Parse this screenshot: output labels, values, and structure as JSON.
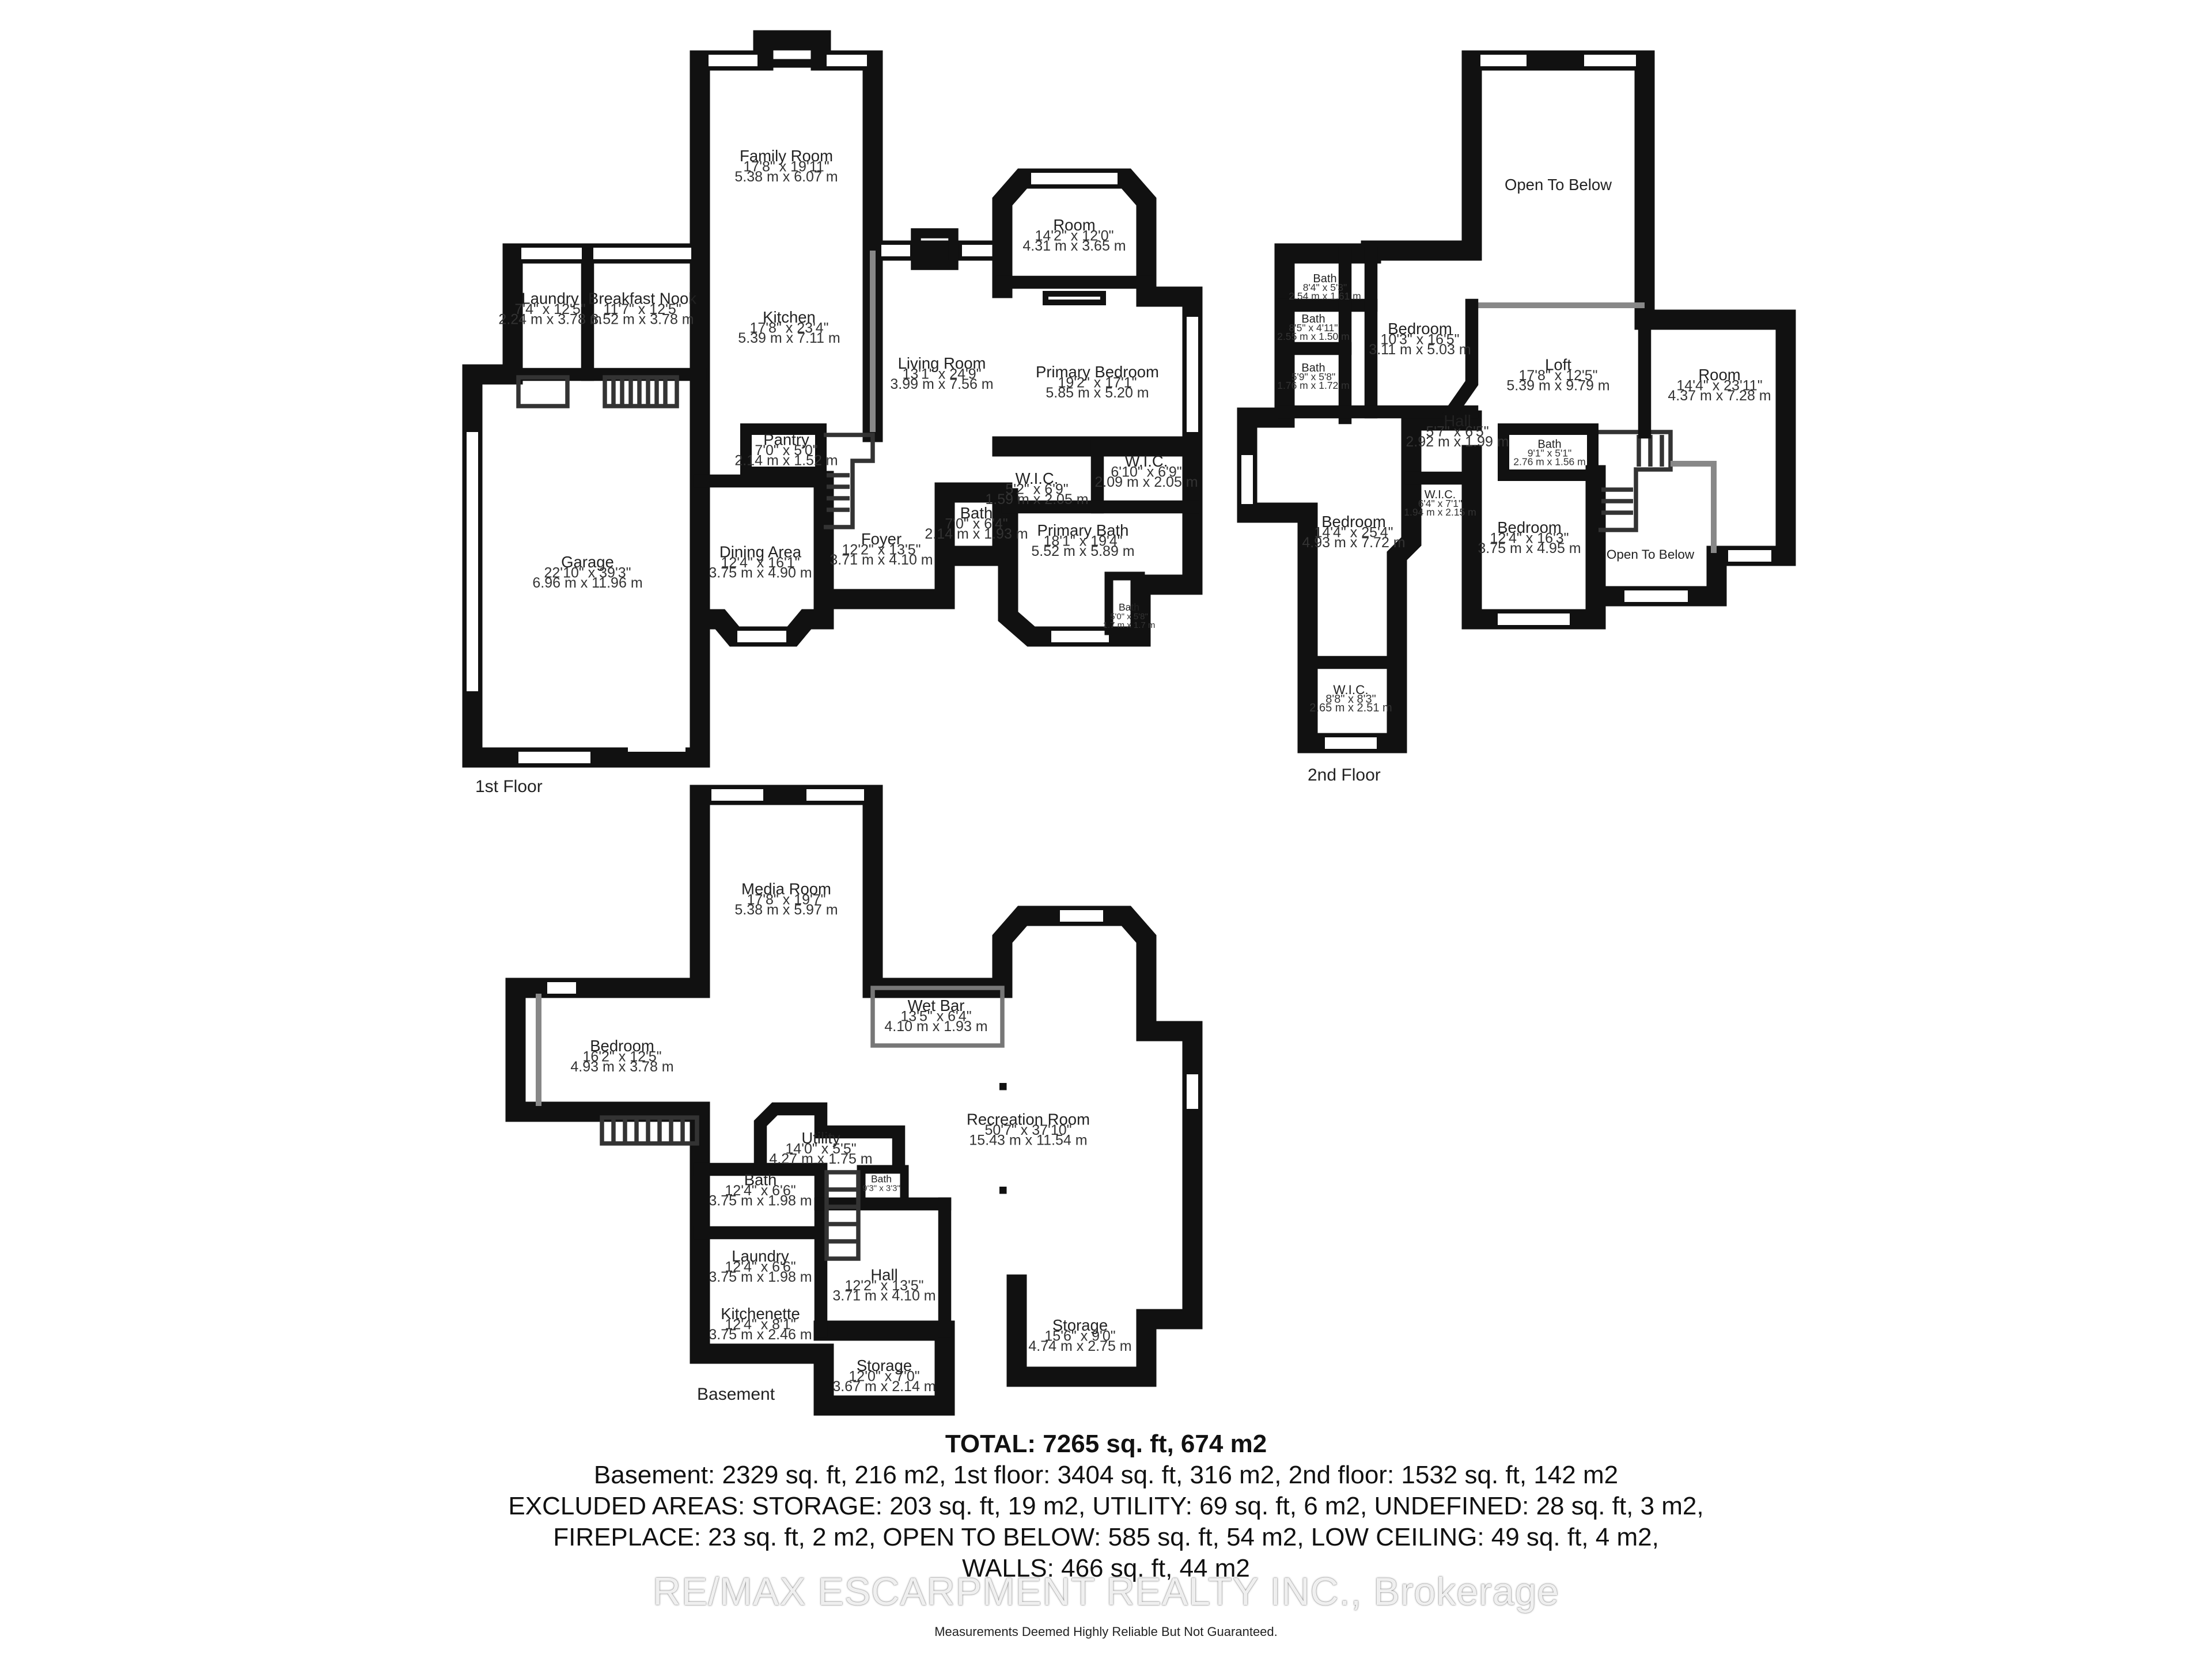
{
  "floors": {
    "first": {
      "label": "1st Floor",
      "rooms": {
        "family_room": {
          "name": "Family Room",
          "imperial": "17'8\" x 19'11\"",
          "metric": "5.38 m x 6.07 m"
        },
        "laundry": {
          "name": "Laundry",
          "imperial": "7'4\" x 12'5\"",
          "metric": "2.24 m x 3.78 m"
        },
        "breakfast_nook": {
          "name": "Breakfast Nook",
          "imperial": "11'7\" x 12'5\"",
          "metric": "3.52 m x 3.78 m"
        },
        "kitchen": {
          "name": "Kitchen",
          "imperial": "17'8\" x 23'4\"",
          "metric": "5.39 m x 7.11 m"
        },
        "living_room": {
          "name": "Living Room",
          "imperial": "13'1\" x 24'9\"",
          "metric": "3.99 m x 7.56 m"
        },
        "room": {
          "name": "Room",
          "imperial": "14'2\" x 12'0\"",
          "metric": "4.31 m x 3.65 m"
        },
        "primary_bedroom": {
          "name": "Primary Bedroom",
          "imperial": "19'2\" x 17'1\"",
          "metric": "5.85 m x 5.20 m"
        },
        "pantry": {
          "name": "Pantry",
          "imperial": "7'0\" x 5'0\"",
          "metric": "2.14 m x 1.52 m"
        },
        "wic_left": {
          "name": "W.I.C.",
          "imperial": "5'2\" x 6'9\"",
          "metric": "1.59 m x 2.05 m"
        },
        "wic_right": {
          "name": "W.I.C.",
          "imperial": "6'10\" x 6'9\"",
          "metric": "2.09 m x 2.05 m"
        },
        "garage": {
          "name": "Garage",
          "imperial": "22'10\" x 39'3\"",
          "metric": "6.96 m x 11.96 m"
        },
        "dining_area": {
          "name": "Dining Area",
          "imperial": "12'4\" x 16'1\"",
          "metric": "3.75 m x 4.90 m"
        },
        "foyer": {
          "name": "Foyer",
          "imperial": "12'2\" x 13'5\"",
          "metric": "3.71 m x 4.10 m"
        },
        "bath": {
          "name": "Bath",
          "imperial": "7'0\" x 6'4\"",
          "metric": "2.14 m x 1.93 m"
        },
        "primary_bath": {
          "name": "Primary Bath",
          "imperial": "18'1\" x 19'4\"",
          "metric": "5.52 m x 5.89 m"
        },
        "bath_small": {
          "name": "Bath",
          "imperial": "5'0\" x 5'8\"",
          "metric": "1.7 m x 1.7 m"
        }
      }
    },
    "second": {
      "label": "2nd Floor",
      "rooms": {
        "open_to_below_top": {
          "name": "Open To Below"
        },
        "bath_a": {
          "name": "Bath",
          "imperial": "8'4\" x 5'3\"",
          "metric": "2.54 m x 1.61 m"
        },
        "bath_b": {
          "name": "Bath",
          "imperial": "8'5\" x 4'11\"",
          "metric": "2.55 m x 1.50 m"
        },
        "bath_c": {
          "name": "Bath",
          "imperial": "5'9\" x 5'8\"",
          "metric": "1.76 m x 1.72 m"
        },
        "bedroom_a": {
          "name": "Bedroom",
          "imperial": "10'3\" x 16'5\"",
          "metric": "3.11 m x 5.03 m"
        },
        "loft": {
          "name": "Loft",
          "imperial": "17'8\" x 12'5\"",
          "metric": "5.39 m x 9.79 m"
        },
        "room": {
          "name": "Room",
          "imperial": "14'4\" x 23'11\"",
          "metric": "4.37 m x 7.28 m"
        },
        "hall": {
          "name": "Hall",
          "imperial": "5'7\" x 6'5\"",
          "metric": "2.92 m x 1.99 m"
        },
        "bath_d": {
          "name": "Bath",
          "imperial": "9'1\" x 5'1\"",
          "metric": "2.76 m x 1.56 m"
        },
        "bedroom_b": {
          "name": "Bedroom",
          "imperial": "14'4\" x 25'4\"",
          "metric": "4.93 m x 7.72 m"
        },
        "wic_a": {
          "name": "W.I.C.",
          "imperial": "6'4\" x 7'1\"",
          "metric": "1.94 m x 2.15 m"
        },
        "bedroom_c": {
          "name": "Bedroom",
          "imperial": "12'4\" x 16'3\"",
          "metric": "3.75 m x 4.95 m"
        },
        "open_to_below_bottom": {
          "name": "Open To Below"
        },
        "wic_b": {
          "name": "W.I.C.",
          "imperial": "8'8\" x 8'3\"",
          "metric": "2.65 m x 2.51 m"
        }
      }
    },
    "basement": {
      "label": "Basement",
      "rooms": {
        "media_room": {
          "name": "Media Room",
          "imperial": "17'8\" x 19'7\"",
          "metric": "5.38 m x 5.97 m"
        },
        "bedroom": {
          "name": "Bedroom",
          "imperial": "16'2\" x 12'5\"",
          "metric": "4.93 m x 3.78 m"
        },
        "wet_bar": {
          "name": "Wet Bar",
          "imperial": "13'5\" x 6'4\"",
          "metric": "4.10 m x 1.93 m"
        },
        "recreation_room": {
          "name": "Recreation Room",
          "imperial": "50'7\" x 37'10\"",
          "metric": "15.43 m x 11.54 m"
        },
        "utility": {
          "name": "Utility",
          "imperial": "14'0\" x 5'5\"",
          "metric": "4.27 m x 1.75 m"
        },
        "bath_a": {
          "name": "Bath",
          "imperial": "12'4\" x 6'6\"",
          "metric": "3.75 m x 1.98 m"
        },
        "bath_b": {
          "name": "Bath",
          "imperial": "9'3\" x 3'3\"",
          "metric": ""
        },
        "laundry": {
          "name": "Laundry",
          "imperial": "12'4\" x 6'6\"",
          "metric": "3.75 m x 1.98 m"
        },
        "hall": {
          "name": "Hall",
          "imperial": "12'2\" x 13'5\"",
          "metric": "3.71 m x 4.10 m"
        },
        "kitchenette": {
          "name": "Kitchenette",
          "imperial": "12'4\" x 8'1\"",
          "metric": "3.75 m x 2.46 m"
        },
        "storage_a": {
          "name": "Storage",
          "imperial": "15'6\" x 9'0\"",
          "metric": "4.74 m x 2.75 m"
        },
        "storage_b": {
          "name": "Storage",
          "imperial": "12'0\" x 7'0\"",
          "metric": "3.67 m x 2.14 m"
        }
      }
    }
  },
  "summary": {
    "total": "TOTAL: 7265 sq. ft, 674 m2",
    "line1": "Basement: 2329 sq. ft, 216 m2, 1st floor: 3404 sq. ft, 316 m2, 2nd floor: 1532 sq. ft, 142 m2",
    "line2": "EXCLUDED AREAS: STORAGE: 203 sq. ft, 19 m2, UTILITY: 69 sq. ft, 6 m2, UNDEFINED: 28 sq. ft, 3 m2,",
    "line3": "FIREPLACE: 23 sq. ft, 2 m2, OPEN TO BELOW: 585 sq. ft, 54 m2, LOW CEILING: 49 sq. ft, 4 m2,",
    "line4": "WALLS: 466 sq. ft, 44 m2"
  },
  "watermark": "RE/MAX ESCARPMENT REALTY INC., Brokerage",
  "disclaimer": "Measurements Deemed Highly Reliable But Not Guaranteed."
}
